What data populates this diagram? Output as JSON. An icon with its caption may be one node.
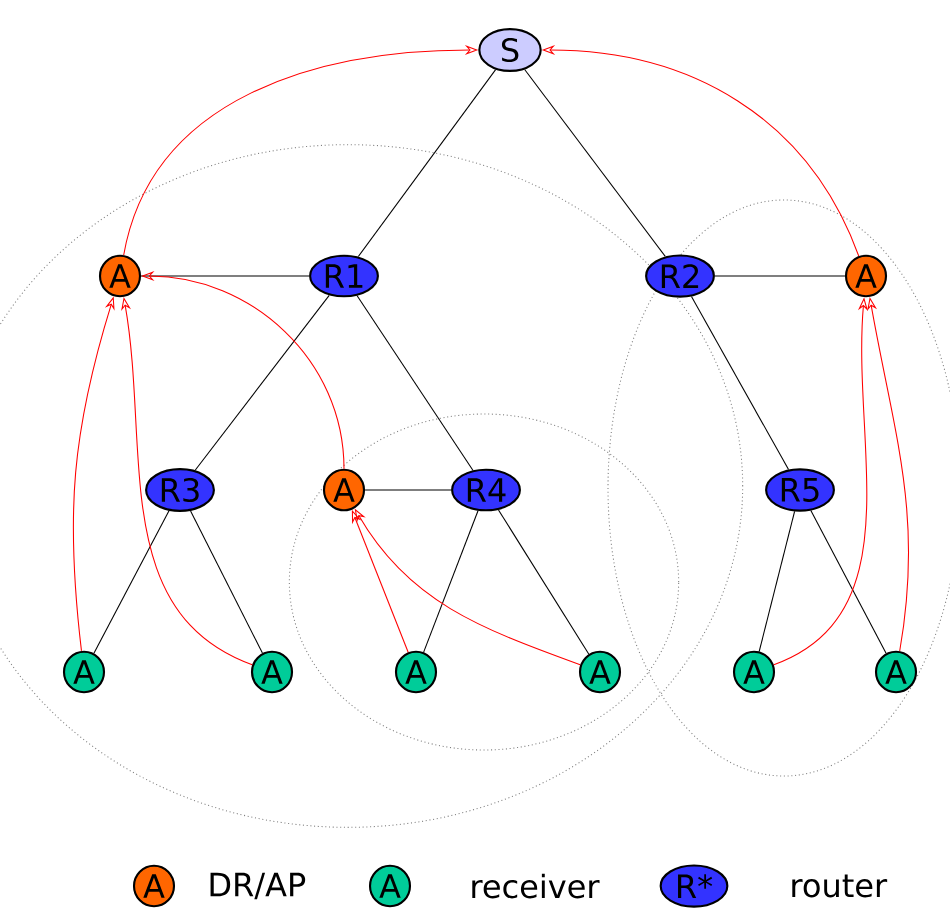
{
  "diagram": {
    "nodes": [
      {
        "text": [
          "S"
        ]
      },
      {
        "text": [
          "A"
        ]
      },
      {
        "text": [
          "R1"
        ]
      },
      {
        "text": [
          "R2"
        ]
      },
      {
        "text": [
          "A"
        ]
      },
      {
        "text": [
          "R3"
        ]
      },
      {
        "text": [
          "A"
        ]
      },
      {
        "text": [
          "R4"
        ]
      },
      {
        "text": [
          "R5"
        ]
      },
      {
        "text": [
          "A"
        ]
      },
      {
        "text": [
          "A"
        ]
      },
      {
        "text": [
          "A"
        ]
      },
      {
        "text": [
          "A"
        ]
      },
      {
        "text": [
          "A"
        ]
      },
      {
        "text": [
          "A"
        ]
      }
    ],
    "edges": [
      {
        "from": 0,
        "to": 2,
        "arrow": "none"
      },
      {
        "from": 0,
        "to": 3,
        "arrow": "none"
      },
      {
        "from": 1,
        "to": 2,
        "arrow": "none"
      },
      {
        "from": 3,
        "to": 4,
        "arrow": "none"
      },
      {
        "from": 2,
        "to": 5,
        "arrow": "none"
      },
      {
        "from": 2,
        "to": 7,
        "arrow": "none"
      },
      {
        "from": 3,
        "to": 8,
        "arrow": "none"
      },
      {
        "from": 6,
        "to": 7,
        "arrow": "none"
      },
      {
        "from": 5,
        "to": 9,
        "arrow": "none"
      },
      {
        "from": 5,
        "to": 10,
        "arrow": "none"
      },
      {
        "from": 7,
        "to": 11,
        "arrow": "none"
      },
      {
        "from": 7,
        "to": 12,
        "arrow": "none"
      },
      {
        "from": 8,
        "to": 13,
        "arrow": "none"
      },
      {
        "from": 8,
        "to": 14,
        "arrow": "none"
      },
      {
        "from": 1,
        "to": 0,
        "arrow": "to",
        "color": "#ff0000"
      },
      {
        "from": 4,
        "to": 0,
        "arrow": "to",
        "color": "#ff0000"
      },
      {
        "from": 9,
        "to": 1,
        "arrow": "to",
        "color": "#ff0000"
      },
      {
        "from": 10,
        "to": 1,
        "arrow": "to",
        "color": "#ff0000"
      },
      {
        "from": 6,
        "to": 1,
        "arrow": "to",
        "color": "#ff0000"
      },
      {
        "from": 11,
        "to": 6,
        "arrow": "to",
        "color": "#ff0000"
      },
      {
        "from": 12,
        "to": 6,
        "arrow": "to",
        "color": "#ff0000"
      },
      {
        "from": 13,
        "to": 4,
        "arrow": "to",
        "color": "#ff0000"
      },
      {
        "from": 14,
        "to": 4,
        "arrow": "to",
        "color": "#ff0000"
      }
    ],
    "labels": [
      "A",
      "A",
      "R*"
    ],
    "legend": [
      {
        "text": "DR/AP",
        "color": "#ff6600"
      },
      {
        "text": "receiver",
        "color": "#00cc99"
      },
      {
        "text": "router",
        "color": "#3333ff"
      }
    ]
  }
}
